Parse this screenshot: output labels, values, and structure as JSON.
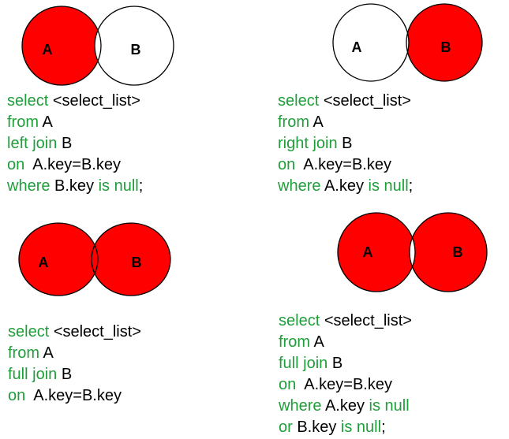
{
  "colors": {
    "fill": "#ff0000",
    "stroke": "#000000",
    "keyword": "#1f9e3a",
    "text": "#000000"
  },
  "panels": [
    {
      "id": "left-anti-join",
      "labels": {
        "a": "A",
        "b": "B"
      },
      "filled": [
        "A-only"
      ],
      "code": [
        [
          {
            "t": "select ",
            "k": true
          },
          {
            "t": "<select_list>",
            "k": false
          }
        ],
        [
          {
            "t": "from ",
            "k": true
          },
          {
            "t": "A",
            "k": false
          }
        ],
        [
          {
            "t": "left join ",
            "k": true
          },
          {
            "t": "B",
            "k": false
          }
        ],
        [
          {
            "t": "on ",
            "k": true
          },
          {
            "t": " A.key=B.key",
            "k": false
          }
        ],
        [
          {
            "t": "where ",
            "k": true
          },
          {
            "t": "B.key ",
            "k": false
          },
          {
            "t": "is null",
            "k": true
          },
          {
            "t": ";",
            "k": false
          }
        ]
      ]
    },
    {
      "id": "right-anti-join",
      "labels": {
        "a": "A",
        "b": "B"
      },
      "filled": [
        "B-only"
      ],
      "code": [
        [
          {
            "t": "select ",
            "k": true
          },
          {
            "t": "<select_list>",
            "k": false
          }
        ],
        [
          {
            "t": "from ",
            "k": true
          },
          {
            "t": "A",
            "k": false
          }
        ],
        [
          {
            "t": "right join ",
            "k": true
          },
          {
            "t": "B",
            "k": false
          }
        ],
        [
          {
            "t": "on ",
            "k": true
          },
          {
            "t": " A.key=B.key",
            "k": false
          }
        ],
        [
          {
            "t": "where ",
            "k": true
          },
          {
            "t": "A.key ",
            "k": false
          },
          {
            "t": "is null",
            "k": true
          },
          {
            "t": ";",
            "k": false
          }
        ]
      ]
    },
    {
      "id": "full-join",
      "labels": {
        "a": "A",
        "b": "B"
      },
      "filled": [
        "A-only",
        "intersection",
        "B-only"
      ],
      "code": [
        [
          {
            "t": "select ",
            "k": true
          },
          {
            "t": "<select_list>",
            "k": false
          }
        ],
        [
          {
            "t": "from ",
            "k": true
          },
          {
            "t": "A",
            "k": false
          }
        ],
        [
          {
            "t": "full join ",
            "k": true
          },
          {
            "t": "B",
            "k": false
          }
        ],
        [
          {
            "t": "on ",
            "k": true
          },
          {
            "t": " A.key=B.key",
            "k": false
          }
        ]
      ]
    },
    {
      "id": "full-anti-join",
      "labels": {
        "a": "A",
        "b": "B"
      },
      "filled": [
        "A-only",
        "B-only"
      ],
      "code": [
        [
          {
            "t": "select ",
            "k": true
          },
          {
            "t": "<select_list>",
            "k": false
          }
        ],
        [
          {
            "t": "from ",
            "k": true
          },
          {
            "t": "A",
            "k": false
          }
        ],
        [
          {
            "t": "full join ",
            "k": true
          },
          {
            "t": "B",
            "k": false
          }
        ],
        [
          {
            "t": "on ",
            "k": true
          },
          {
            "t": " A.key=B.key",
            "k": false
          }
        ],
        [
          {
            "t": "where ",
            "k": true
          },
          {
            "t": "A.key ",
            "k": false
          },
          {
            "t": "is null",
            "k": true
          }
        ],
        [
          {
            "t": "or ",
            "k": true
          },
          {
            "t": "B.key ",
            "k": false
          },
          {
            "t": "is null",
            "k": true
          },
          {
            "t": ";",
            "k": false
          }
        ]
      ]
    }
  ]
}
